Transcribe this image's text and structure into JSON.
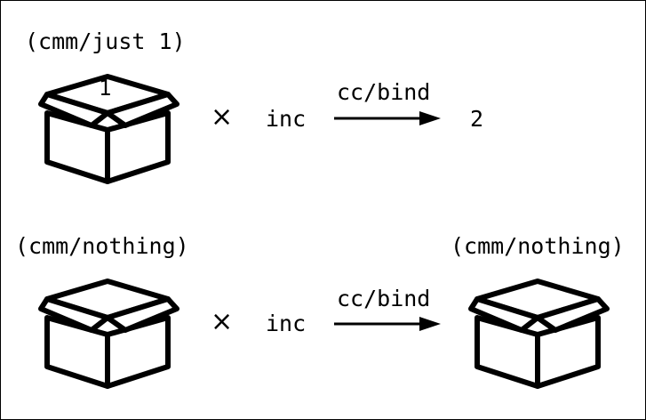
{
  "colors": {
    "stroke": "#000000",
    "background": "#ffffff"
  },
  "row1": {
    "label": "(cmm/just 1)",
    "box_value": "1",
    "times": "×",
    "function": "inc",
    "arrow_label": "cc/bind",
    "result": "2"
  },
  "row2": {
    "label": "(cmm/nothing)",
    "times": "×",
    "function": "inc",
    "arrow_label": "cc/bind",
    "result_label": "(cmm/nothing)"
  },
  "icons": {
    "box": "open-box-icon",
    "times": "multiply-icon",
    "arrow": "right-arrow-icon"
  }
}
